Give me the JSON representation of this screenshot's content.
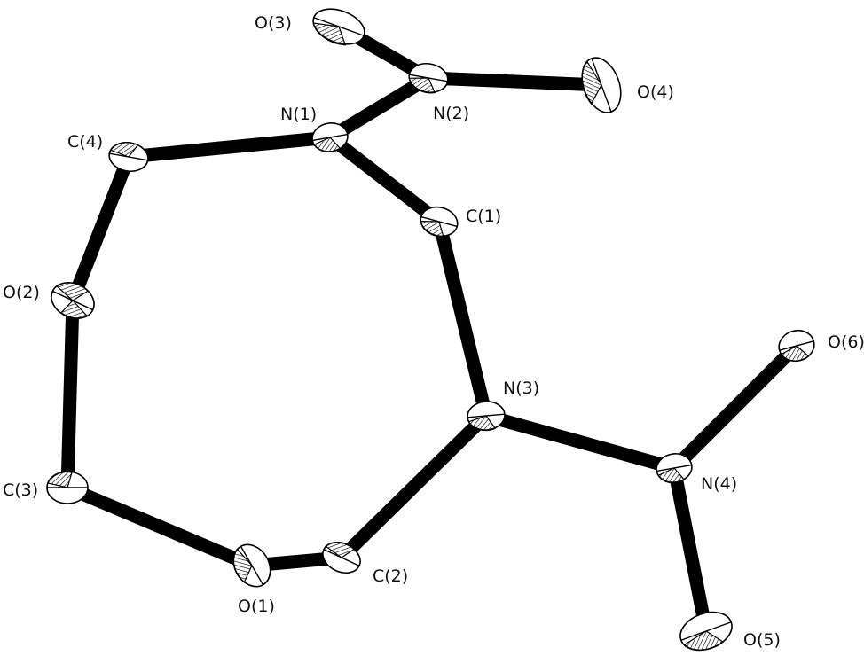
{
  "atoms": {
    "O3": "O(3)",
    "N2": "N(2)",
    "O4": "O(4)",
    "N1": "N(1)",
    "C4": "C(4)",
    "C1": "C(1)",
    "O2": "O(2)",
    "O6": "O(6)",
    "N3": "N(3)",
    "N4": "N(4)",
    "C3": "C(3)",
    "C2": "C(2)",
    "O1": "O(1)",
    "O5": "O(5)"
  },
  "colors": {
    "bond": "#000000",
    "atom_fill": "#ffffff",
    "label": "#111111"
  }
}
